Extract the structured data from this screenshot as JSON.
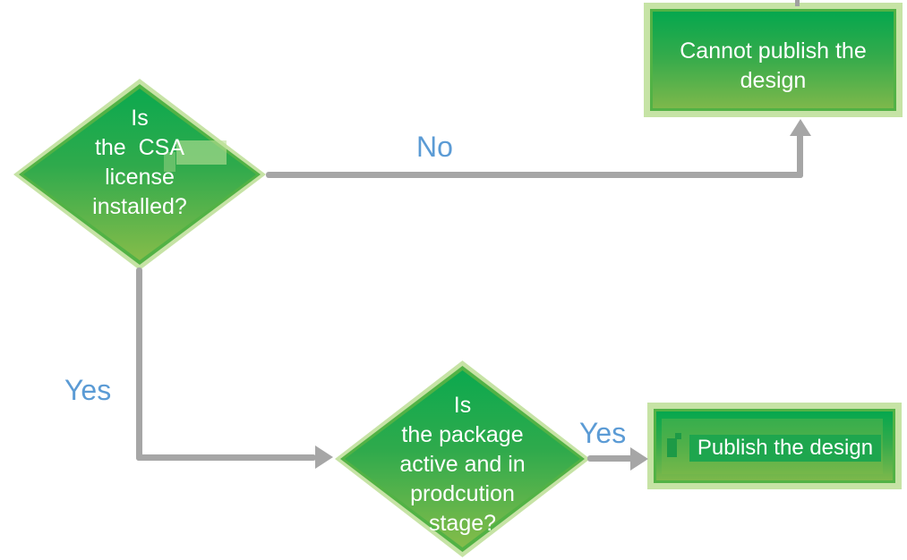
{
  "colors": {
    "node_glow": "#c6e3a5",
    "node_border": "#52b245",
    "node_fill_top": "#0ca94f",
    "node_fill_bottom": "#7fba4b",
    "connector_gray": "#a6a6a6",
    "edge_label_blue": "#5b9bd5",
    "node_text": "#ffffff"
  },
  "nodes": {
    "decision_license": {
      "text": "Is\nthe  CSA\nlicense\ninstalled?"
    },
    "outcome_cannot_publish": {
      "text": "Cannot publish the\ndesign"
    },
    "decision_package": {
      "text": "Is\nthe package\nactive and in\nprodcution\nstage?"
    },
    "outcome_publish": {
      "text": "Publish the design"
    }
  },
  "edges": {
    "license_no": {
      "label": "No"
    },
    "license_yes": {
      "label": "Yes"
    },
    "package_yes": {
      "label": "Yes"
    }
  }
}
